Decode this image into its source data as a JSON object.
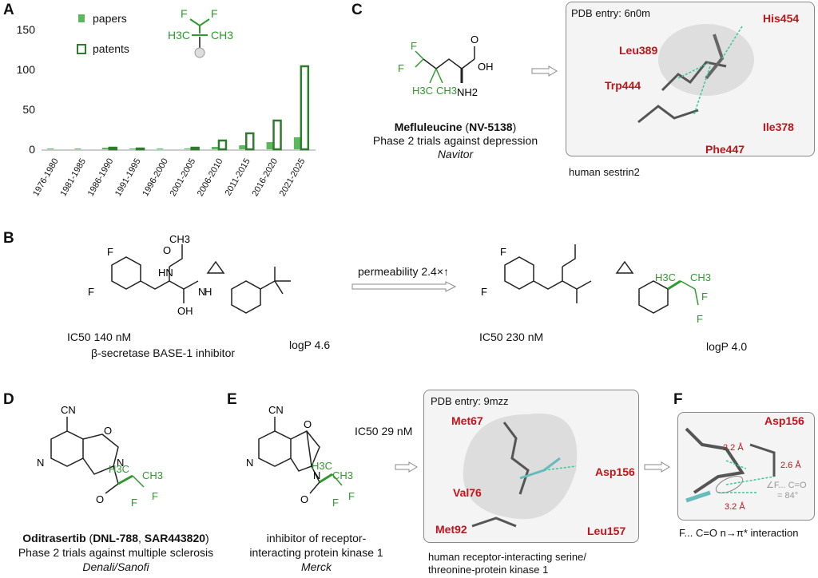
{
  "panels": {
    "a": "A",
    "b": "B",
    "c": "C",
    "d": "D",
    "e": "E",
    "f": "F"
  },
  "chart_data": {
    "type": "bar",
    "categories": [
      "1976-1980",
      "1981-1985",
      "1986-1990",
      "1991-1995",
      "1996-2000",
      "2001-2005",
      "2006-2010",
      "2011-2015",
      "2016-2020",
      "2021-2025"
    ],
    "series": [
      {
        "name": "papers",
        "values": [
          1,
          1,
          2,
          1,
          1,
          1,
          3,
          5,
          9,
          15
        ]
      },
      {
        "name": "patents",
        "values": [
          0,
          0,
          2,
          1,
          0,
          2,
          11,
          20,
          36,
          104
        ]
      }
    ],
    "yticks": [
      "0",
      "50",
      "100",
      "150"
    ],
    "ylim": [
      0,
      160
    ],
    "colors": {
      "papers": "#5cb85c",
      "patents": "#2e7d2e"
    }
  },
  "legend": {
    "papers": "papers",
    "patents": "patents"
  },
  "mol_a": {
    "f1": "F",
    "f2": "F",
    "h3c": "H3C",
    "ch3": "CH3"
  },
  "panel_c": {
    "atoms": {
      "f1": "F",
      "f2": "F",
      "o": "O",
      "oh": "OH",
      "h3c": "H3C",
      "ch3": "CH3",
      "nh2": "NH2"
    },
    "name_bold": "Mefluleucine",
    "name_code": "NV-5138",
    "trial": "Phase 2 trials against depression",
    "company": "Navitor",
    "pdb": "PDB entry: 6n0m",
    "residues": [
      "His454",
      "Leu389",
      "Trp444",
      "Ile378",
      "Phe447"
    ],
    "protein": "human sestrin2"
  },
  "panel_b": {
    "left_atoms": {
      "f1": "F",
      "f2": "F",
      "o": "O",
      "nh": "HN",
      "ch3": "CH3",
      "oh": "OH",
      "nh2": "N",
      "h": "H"
    },
    "ic50_left": "IC50 140 nM",
    "inhibitor": "β-secretase BASE-1 inhibitor",
    "logp_left": "logP 4.6",
    "arrow_label": "permeability 2.4×↑",
    "ic50_right": "IC50 230 nM",
    "logp_right": "logP 4.0",
    "right_atoms": {
      "f1": "F",
      "f2": "F",
      "f3": "F",
      "f4": "F",
      "h3c": "H3C",
      "ch3": "CH3"
    }
  },
  "panel_d": {
    "atoms": {
      "cn": "CN",
      "o": "O",
      "n": "N",
      "n2": "N",
      "o2": "O",
      "h3c": "H3C",
      "ch3": "CH3",
      "f1": "F",
      "f2": "F"
    },
    "name_bold": "Oditrasertib",
    "codes_bold": [
      "DNL-788",
      "SAR443820"
    ],
    "trial": "Phase 2 trials against multiple sclerosis",
    "company": "Denali/Sanofi"
  },
  "panel_e": {
    "atoms": {
      "cn": "CN",
      "o": "O",
      "n": "N",
      "n2": "N",
      "o2": "O",
      "h3c": "H3C",
      "ch3": "CH3",
      "f1": "F",
      "f2": "F"
    },
    "ic50": "IC50 29 nM",
    "desc1": "inhibitor of receptor-",
    "desc2": "interacting protein kinase 1",
    "company": "Merck",
    "pdb": "PDB entry: 9mzz",
    "residues": [
      "Met67",
      "Asp156",
      "Val76",
      "Met92",
      "Leu157"
    ],
    "protein1": "human receptor-interacting serine/",
    "protein2": "threonine-protein kinase 1"
  },
  "panel_f": {
    "residue": "Asp156",
    "d1": "2.2 Å",
    "d2": "2.6 Å",
    "d3": "3.2 Å",
    "angle1": "∠F... C=O",
    "angle2": "= 84°",
    "caption": "F... C=O n→π* interaction"
  }
}
